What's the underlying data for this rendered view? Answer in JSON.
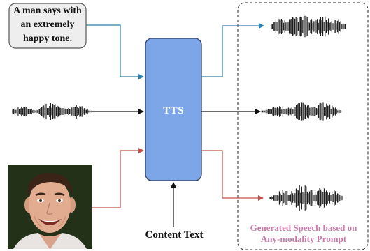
{
  "text_prompt": {
    "line1": "A man says with",
    "line2": "an extremely",
    "line3": "happy tone."
  },
  "tts_block": {
    "label": "TTS",
    "fill": "#7da6e8",
    "stroke": "#2e3f66"
  },
  "content_text": "Content Text",
  "output_caption": {
    "line1": "Generated Speech based on",
    "line2": "Any-modality Prompt",
    "color": "#c77aa6"
  },
  "arrow_colors": {
    "text": "#2c7fa8",
    "audio": "#111111",
    "image": "#c0524a"
  },
  "icons": [
    "waveform-icon",
    "face-photo",
    "arrow"
  ]
}
